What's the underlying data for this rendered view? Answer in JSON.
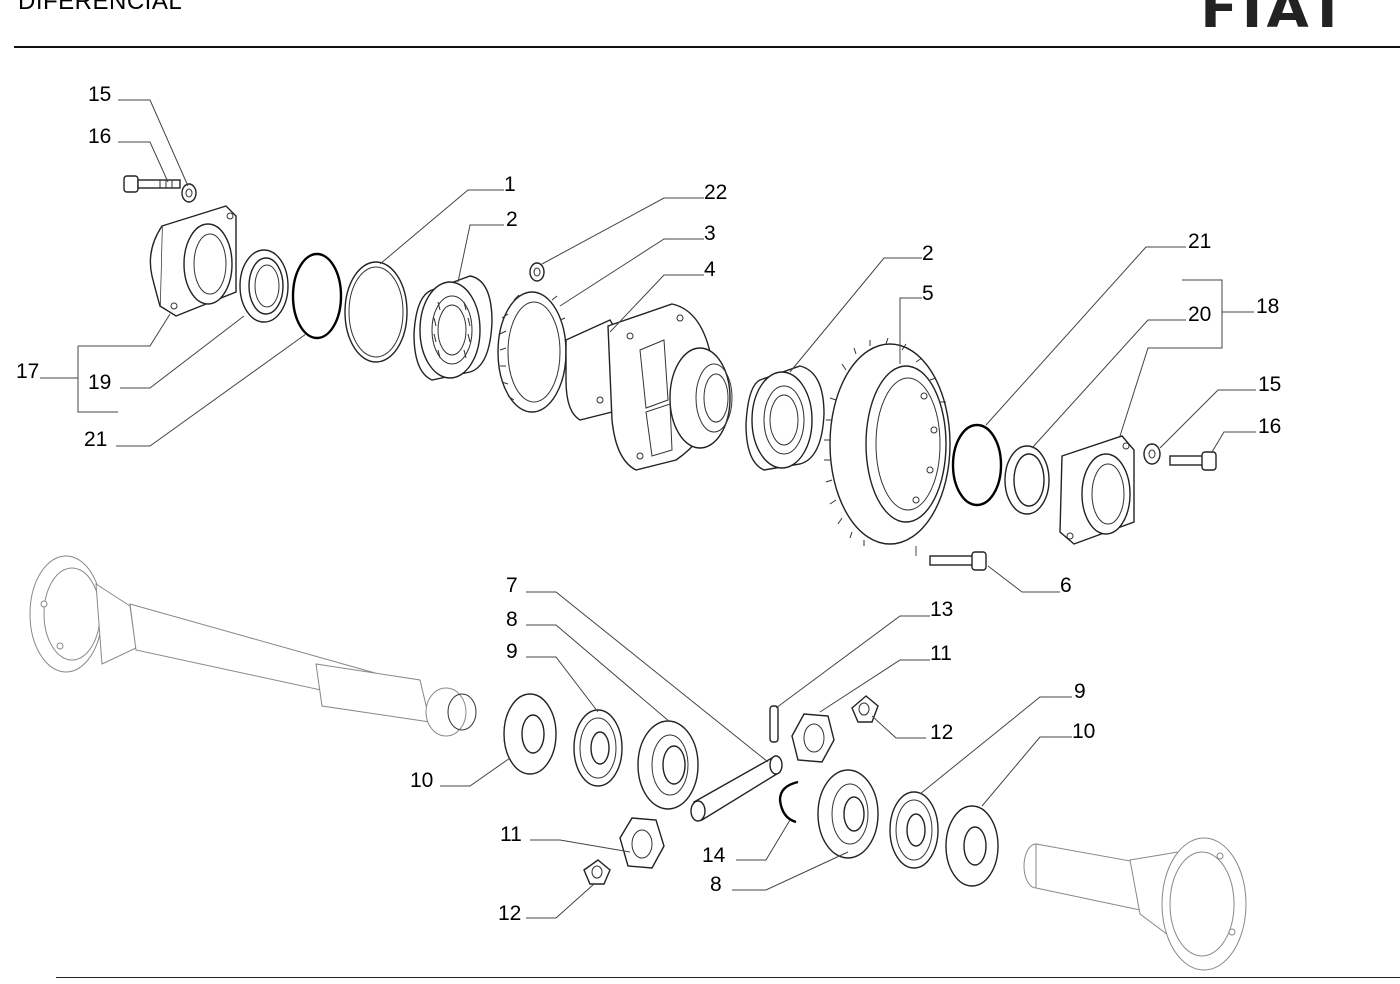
{
  "header": {
    "title": "DIFERENCIAL",
    "brand": "FIAT"
  },
  "diagram": {
    "labels": {
      "l15a": "15",
      "l16a": "16",
      "l1": "1",
      "l2a": "2",
      "l22": "22",
      "l3": "3",
      "l4": "4",
      "l2b": "2",
      "l5": "5",
      "l21a": "21",
      "l18": "18",
      "l20": "20",
      "l15b": "15",
      "l16b": "16",
      "l17": "17",
      "l19": "19",
      "l21b": "21",
      "l6": "6",
      "l7": "7",
      "l8a": "8",
      "l9a": "9",
      "l10a": "10",
      "l13": "13",
      "l11a": "11",
      "l12a": "12",
      "l9b": "9",
      "l10b": "10",
      "l11b": "11",
      "l14": "14",
      "l8b": "8",
      "l12b": "12"
    }
  }
}
